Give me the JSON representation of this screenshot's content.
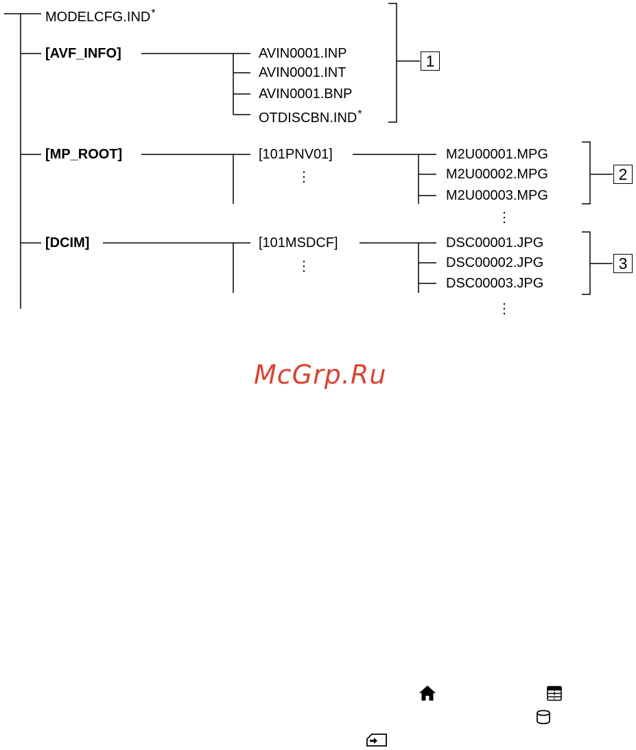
{
  "tree": {
    "modelcfg": "MODELCFG.IND",
    "asterisk": "*",
    "avf_info": {
      "label": "[AVF_INFO]",
      "files": [
        "AVIN0001.INP",
        "AVIN0001.INT",
        "AVIN0001.BNP",
        "OTDISCBN.IND"
      ],
      "box_number": "1"
    },
    "mp_root": {
      "label": "[MP_ROOT]",
      "folder": "[101PNV01]",
      "files": [
        "M2U00001.MPG",
        "M2U00002.MPG",
        "M2U00003.MPG"
      ],
      "box_number": "2"
    },
    "dcim": {
      "label": "[DCIM]",
      "folder": "[101MSDCF]",
      "files": [
        "DSC00001.JPG",
        "DSC00002.JPG",
        "DSC00003.JPG"
      ],
      "box_number": "3"
    }
  },
  "watermark": "McGrp.Ru",
  "icons": [
    "home-icon",
    "media-index-icon",
    "disc-icon",
    "memory-stick-icon"
  ]
}
